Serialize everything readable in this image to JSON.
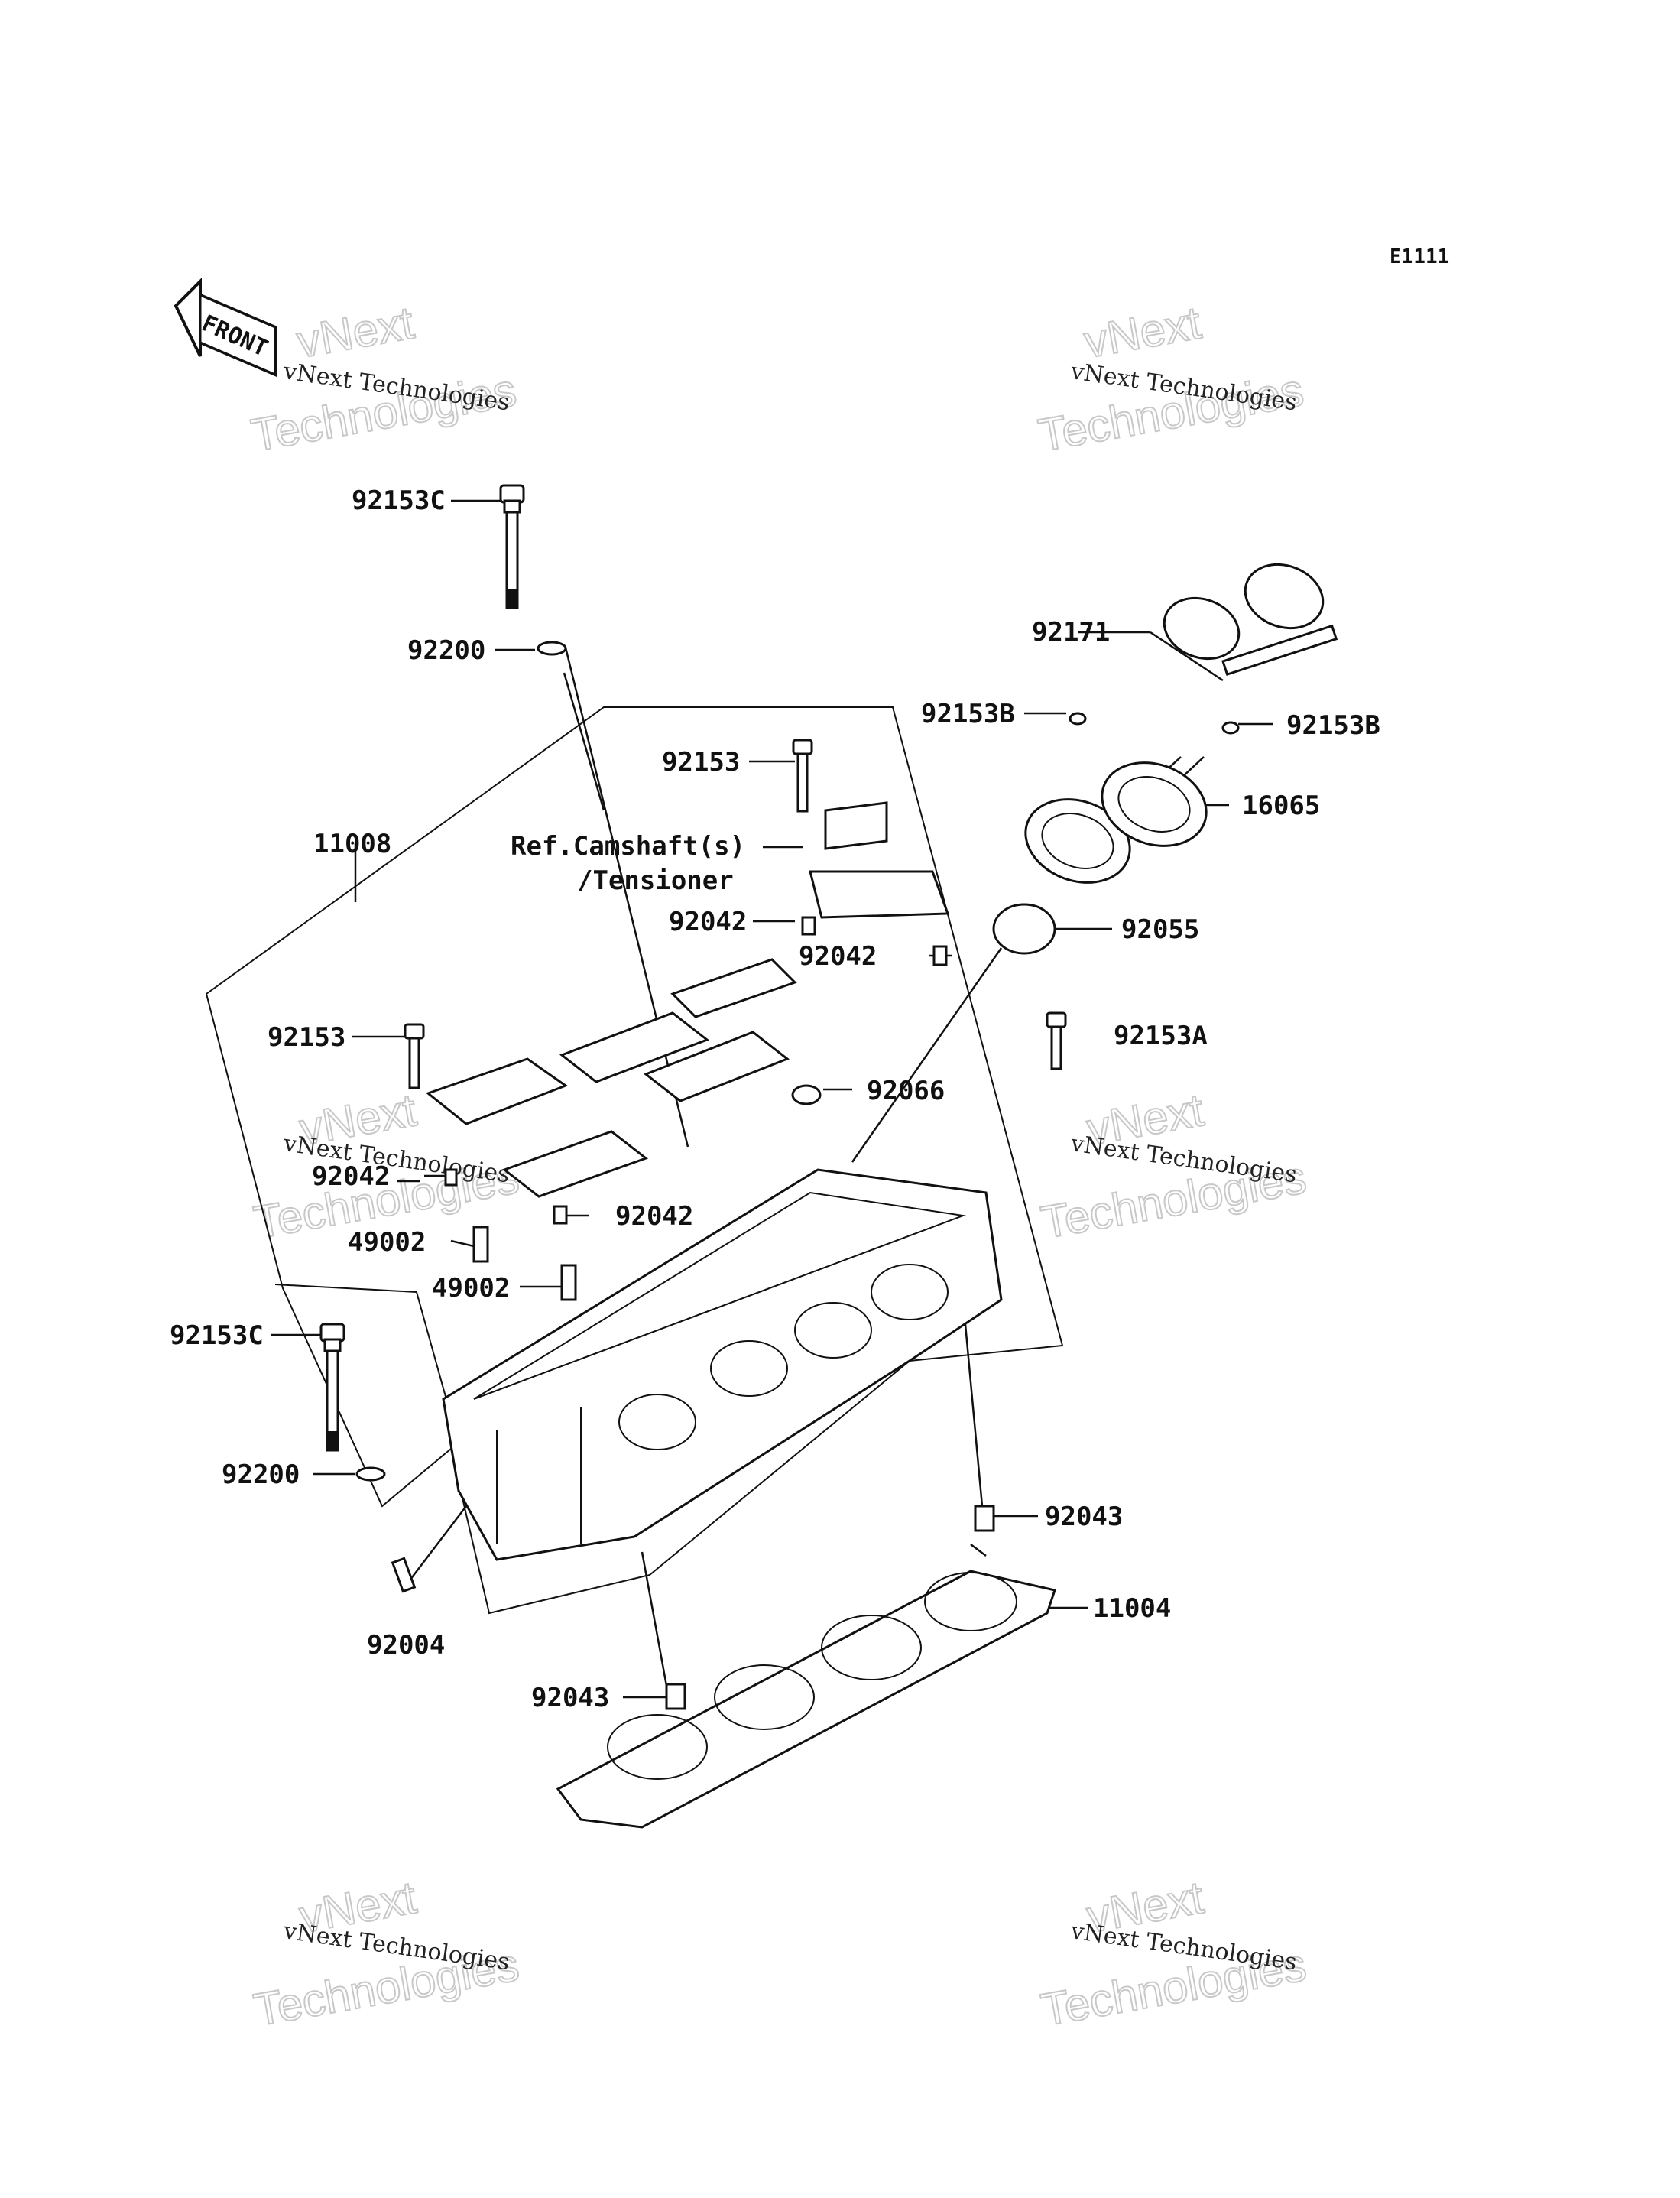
{
  "diagram_code": "E1111",
  "front_marker": "FRONT",
  "watermark": {
    "line1": "vNext Technologies",
    "line2_a": "vNext",
    "line2_b": "Technologies"
  },
  "parts": {
    "p92153C_top": "92153C",
    "p92200_top": "92200",
    "p92171": "92171",
    "p92153B_left": "92153B",
    "p92153B_right": "92153B",
    "p92153_upper": "92153",
    "p16065": "16065",
    "p11008": "11008",
    "ref_line1": "Ref.Camshaft(s)",
    "ref_line2": "/Tensioner",
    "p92042_a": "92042",
    "p92042_b": "92042",
    "p92055": "92055",
    "p92153_left": "92153",
    "p92153A": "92153A",
    "p92066": "92066",
    "p92042_c": "92042",
    "p92042_d": "92042",
    "p49002_a": "49002",
    "p49002_b": "49002",
    "p92153C_bottom": "92153C",
    "p92200_bottom": "92200",
    "p92043_right": "92043",
    "p11004": "11004",
    "p92004": "92004",
    "p92043_bottom": "92043"
  }
}
